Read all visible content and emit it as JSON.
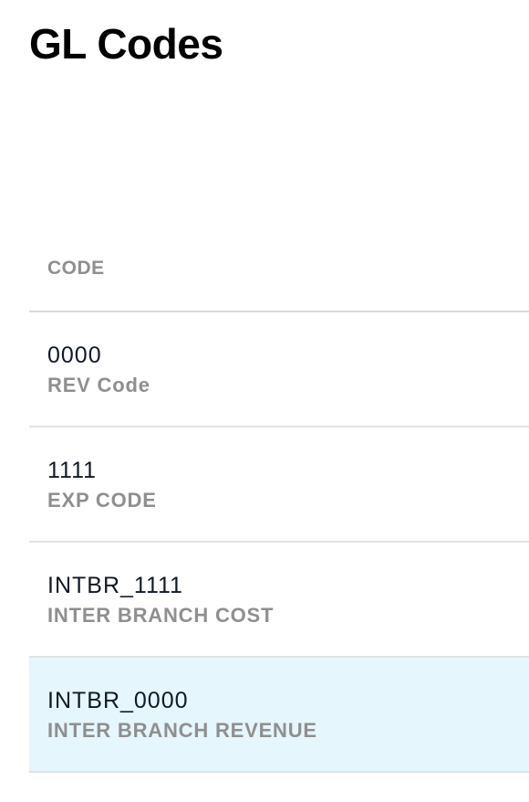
{
  "page": {
    "title": "GL Codes"
  },
  "table": {
    "column_header": "CODE",
    "rows": [
      {
        "code": "0000",
        "description": "REV Code",
        "selected": false
      },
      {
        "code": "1111",
        "description": "EXP CODE",
        "selected": false
      },
      {
        "code": "INTBR_1111",
        "description": "INTER BRANCH COST",
        "selected": false
      },
      {
        "code": "INTBR_0000",
        "description": "INTER BRANCH REVENUE",
        "selected": true
      }
    ]
  },
  "colors": {
    "selected_row_bg": "#e5f6fd",
    "muted_text": "#8f8f8f",
    "primary_text": "#111827"
  }
}
